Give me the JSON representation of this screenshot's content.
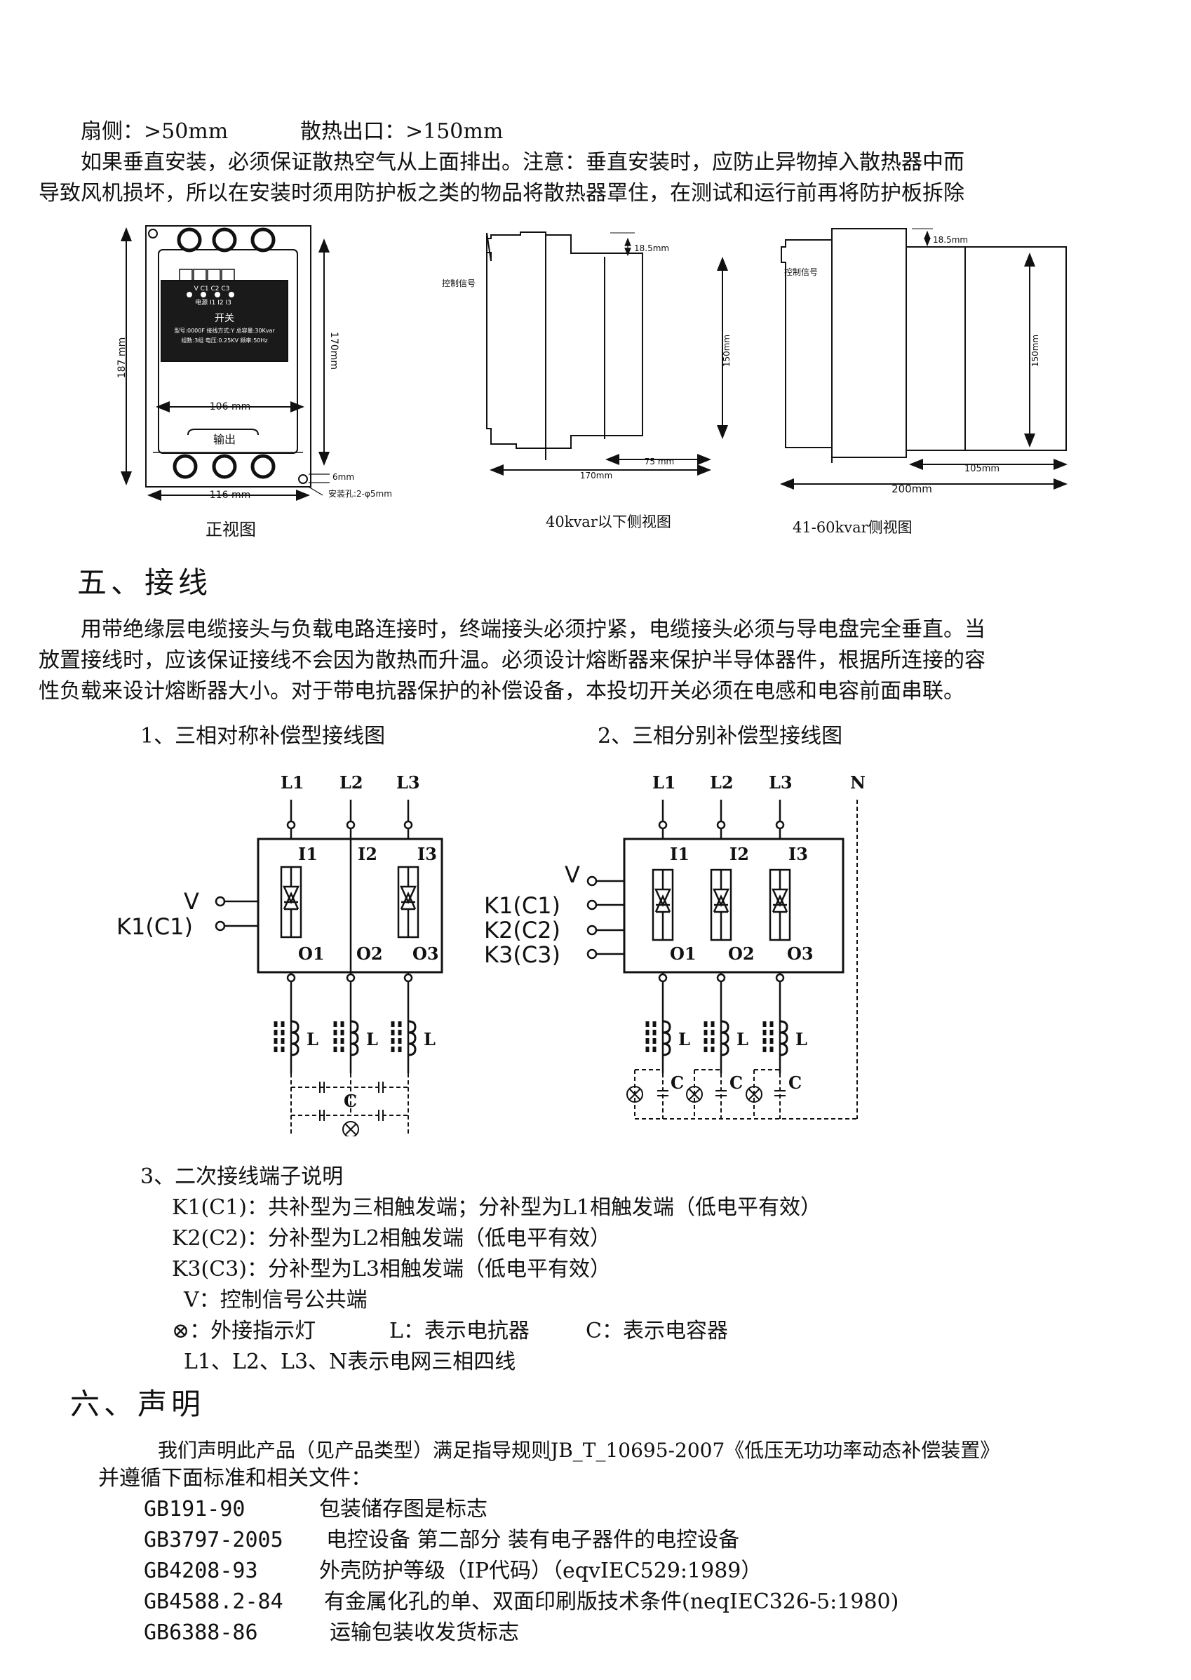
{
  "install": {
    "line1_a": "扇侧：>50mm",
    "line1_b": "散热出口：>150mm",
    "para1": "如果垂直安装，必须保证散热空气从上面排出。注意：垂直安装时，应防止异物掉入散热器中而",
    "para2": "导致风机损坏，所以在安装时须用防护板之类的物品将散热器罩住，在测试和运行前再将防护板拆除"
  },
  "figures": {
    "front": {
      "caption": "正视图",
      "dim_height": "187 mm",
      "dim_inner": "170mm",
      "dim_width_inner": "106 mm",
      "dim_width": "116 mm",
      "dim_offset": "6mm",
      "hole_note": "安装孔:2-φ5mm",
      "output_label": "输出",
      "panel_title": "开关",
      "panel_leds": "电源  I1   I2   I3",
      "panel_terms": "V   C1   C2   C3",
      "panel_spec1": "型号:0000F  接线方式:Y   总容量:30Kvar",
      "panel_spec2": "组数:3组   电压:0.25KV  频率:50Hz"
    },
    "side40": {
      "caption": "40kvar以下侧视图",
      "signal": "控制信号",
      "d_top": "18.5mm",
      "d_h": "150mm",
      "d_w": "75 mm",
      "d_total": "170mm"
    },
    "side60": {
      "caption": "41-60kvar侧视图",
      "signal": "控制信号",
      "d_top": "18.5mm",
      "d_h": "150mm",
      "d_w": "105mm",
      "d_total": "200mm"
    }
  },
  "wiring": {
    "heading": "五、接线",
    "p1": "用带绝缘层电缆接头与负载电路连接时，终端接头必须拧紧，电缆接头必须与导电盘完全垂直。当",
    "p2": "放置接线时，应该保证接线不会因为散热而升温。必须设计熔断器来保护半导体器件，根据所连接的容",
    "p3": "性负载来设计熔断器大小。对于带电抗器保护的补偿设备，本投切开关必须在电感和电容前面串联。",
    "diag1_title": "1、三相对称补偿型接线图",
    "diag2_title": "2、三相分别补偿型接线图",
    "labels": {
      "L1": "L1",
      "L2": "L2",
      "L3": "L3",
      "N": "N",
      "I1": "I1",
      "I2": "I2",
      "I3": "I3",
      "O1": "O1",
      "O2": "O2",
      "O3": "O3",
      "V": "V",
      "K1": "K1(C1)",
      "K2": "K2(C2)",
      "K3": "K3(C3)",
      "L": "L",
      "C": "C"
    }
  },
  "terminals": {
    "title": "3、二次接线端子说明",
    "k1": "K1(C1)：共补型为三相触发端；分补型为L1相触发端（低电平有效）",
    "k2": "K2(C2)：分补型为L2相触发端（低电平有效）",
    "k3": "K3(C3)：分补型为L3相触发端（低电平有效）",
    "v": "V：控制信号公共端",
    "lamp": "⊗：外接指示灯",
    "reactor": "L：表示电抗器",
    "cap": "C：表示电容器",
    "lines": "L1、L2、L3、N表示电网三相四线"
  },
  "declaration": {
    "heading": "六、声明",
    "p1": "我们声明此产品（见产品类型）满足指导规则JB_T_10695-2007《低压无功功率动态补偿装置》",
    "p2": "并遵循下面标准和相关文件：",
    "standards": [
      {
        "code": "GB191-90",
        "desc": "包装储存图是标志"
      },
      {
        "code": "GB3797-2005",
        "desc": "电控设备  第二部分 装有电子器件的电控设备"
      },
      {
        "code": "GB4208-93",
        "desc": "外壳防护等级（IP代码）（eqvIEC529:1989）"
      },
      {
        "code": "GB4588.2-84",
        "desc": "有金属化孔的单、双面印刷版技术条件(neqIEC326-5:1980)"
      },
      {
        "code": "GB6388-86",
        "desc": "运输包装收发货标志"
      }
    ]
  }
}
